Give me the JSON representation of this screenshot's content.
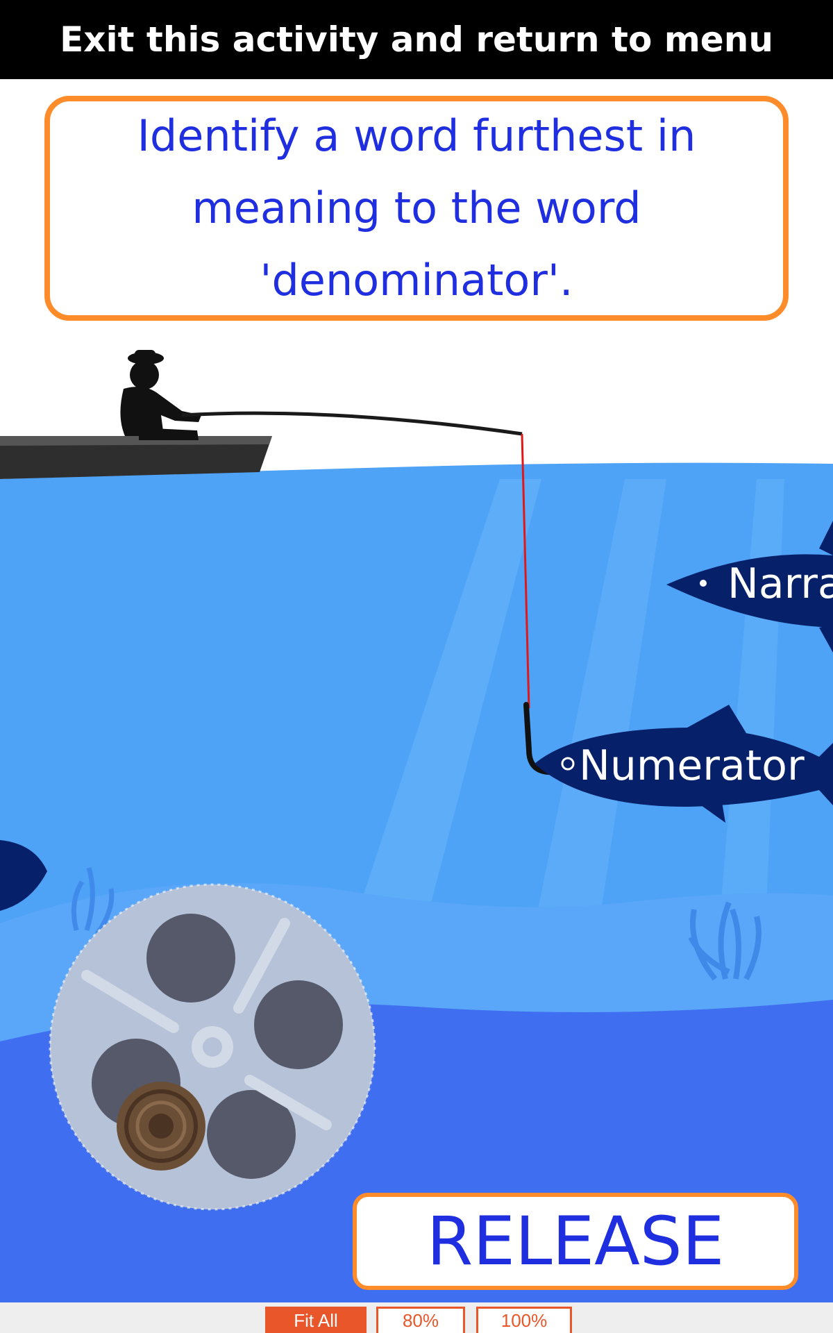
{
  "header": {
    "exit_label": "Exit this activity and return to menu"
  },
  "question": {
    "text": "Identify a word furthest in meaning to the word 'denominator'."
  },
  "fish": [
    {
      "word": "Narra"
    },
    {
      "word": "Numerator"
    }
  ],
  "release_label": "RELEASE",
  "zoom": {
    "fit_all": "Fit All",
    "z80": "80%",
    "z100": "100%"
  },
  "colors": {
    "water": "#4fa3f7",
    "water_deep": "#3f6ff0",
    "fish": "#07206a",
    "question_text": "#1f2fe0",
    "accent_orange": "#ff8c2a"
  }
}
